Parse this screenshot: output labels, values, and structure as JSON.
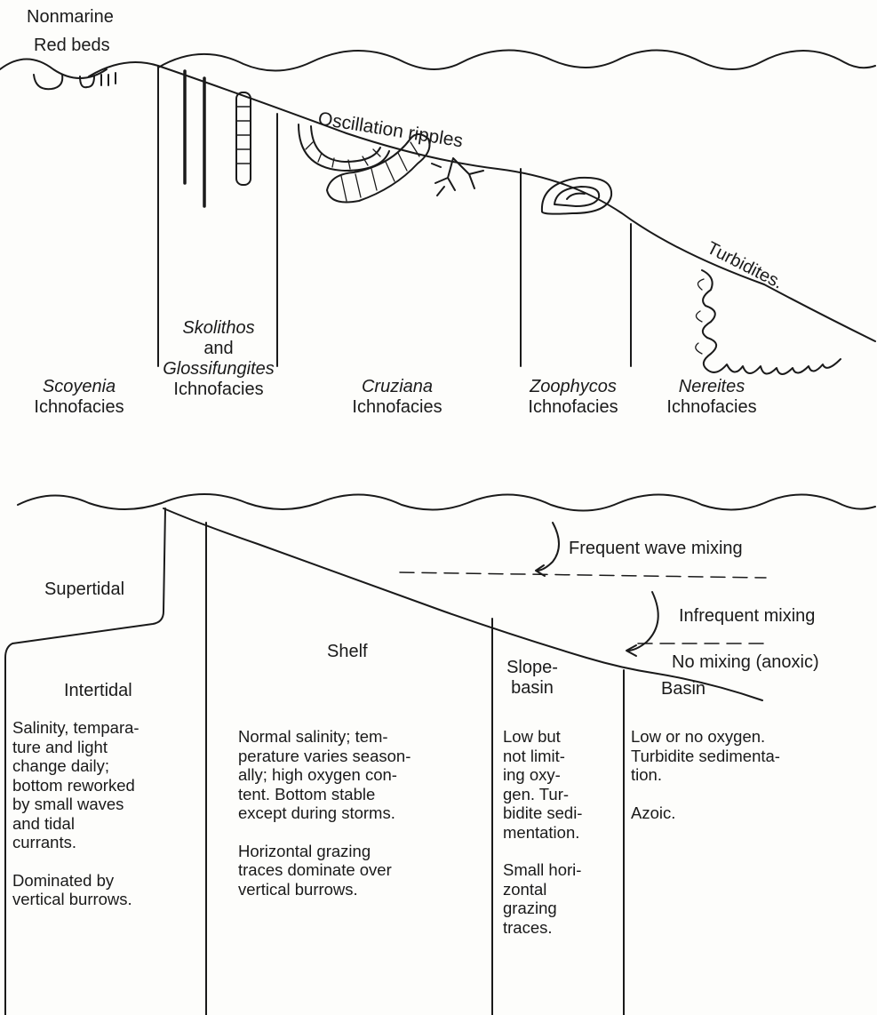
{
  "top_diagram": {
    "labels": {
      "nonmarine": "Nonmarine",
      "red_beds": "Red beds",
      "oscillation_ripples": "Oscillation ripples",
      "turbidites": "Turbidites."
    },
    "ichnofacies": [
      {
        "name": "Scoyenia",
        "suffix": "Ichnofacies"
      },
      {
        "name_lines": [
          "Skolithos",
          "and",
          "Glossifungites"
        ],
        "suffix": "Ichnofacies"
      },
      {
        "name": "Cruziana",
        "suffix": "Ichnofacies"
      },
      {
        "name": "Zoophycos",
        "suffix": "Ichnofacies"
      },
      {
        "name": "Nereites",
        "suffix": "Ichnofacies"
      }
    ]
  },
  "bottom_diagram": {
    "mixing": {
      "frequent": "Frequent wave mixing",
      "infrequent": "Infrequent mixing",
      "none": "No mixing (anoxic)"
    },
    "zones": {
      "supertidal": "Supertidal",
      "intertidal": "Intertidal",
      "shelf": "Shelf",
      "slope_basin": [
        "Slope-",
        "basin"
      ],
      "basin": "Basin"
    },
    "descriptions": {
      "intertidal": {
        "p1": [
          "Salinity, tempara-",
          "ture and light",
          "change daily;",
          "bottom reworked",
          "by small waves",
          "and tidal",
          "currants."
        ],
        "p2": [
          "Dominated by",
          "vertical burrows."
        ]
      },
      "shelf": {
        "p1": [
          "Normal salinity; tem-",
          "perature varies season-",
          "ally; high oxygen con-",
          "tent.  Bottom stable",
          "except during storms."
        ],
        "p2": [
          "Horizontal grazing",
          "traces dominate over",
          "vertical burrows."
        ]
      },
      "slope_basin": {
        "p1": [
          "Low but",
          "not limit-",
          "ing oxy-",
          "gen. Tur-",
          "bidite sedi-",
          "mentation."
        ],
        "p2": [
          "Small hori-",
          "zontal",
          "grazing",
          "traces."
        ]
      },
      "basin": {
        "p1": [
          "Low or no oxygen.",
          "Turbidite sedimenta-",
          "tion."
        ],
        "p2": [
          "Azoic."
        ]
      }
    }
  }
}
